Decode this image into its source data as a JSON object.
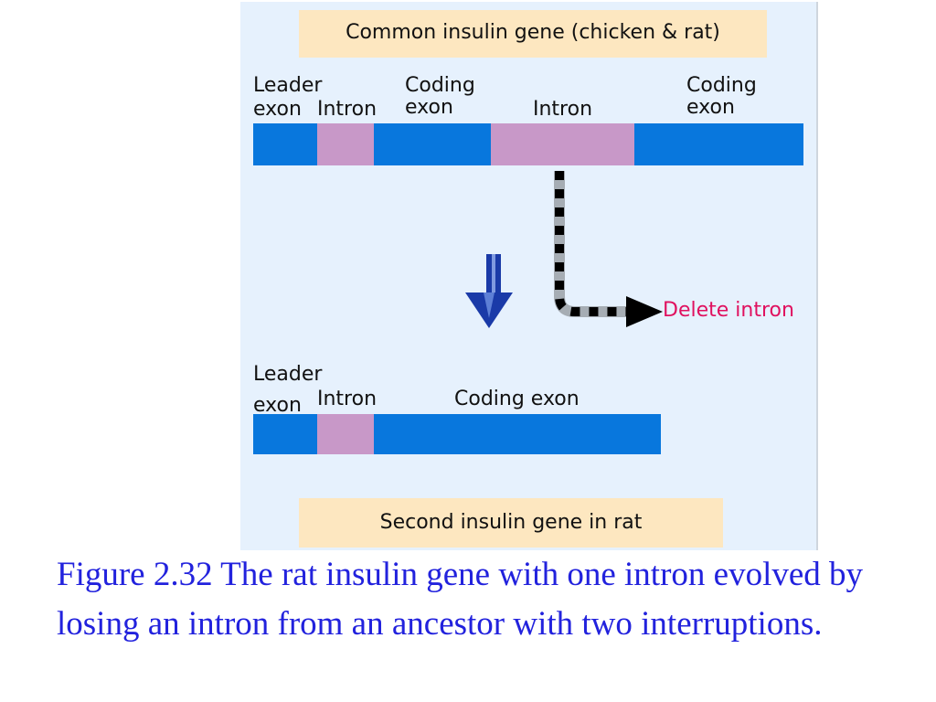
{
  "diagram": {
    "top_title": "Common insulin gene (chicken & rat)",
    "bottom_title": "Second insulin gene in rat",
    "top_labels": {
      "leader_line1": "Leader",
      "leader_line2": "exon",
      "intron1": "Intron",
      "coding1_line1": "Coding",
      "coding1_line2": "exon",
      "intron2": "Intron",
      "coding2_line1": "Coding",
      "coding2_line2": "exon"
    },
    "bottom_labels": {
      "leader_line1": "Leader",
      "leader_line2": "exon",
      "intron": "Intron",
      "coding": "Coding exon"
    },
    "delete_label": "Delete intron",
    "colors": {
      "exon": "#0877dd",
      "intron": "#c898c8",
      "panel": "#e6f1fd",
      "title_box": "#fde7c0",
      "delete_text": "#e0115f",
      "caption_text": "#2222dd"
    }
  },
  "caption": "Figure 2.32 The rat insulin gene with one intron evolved by losing an intron from an ancestor with two interruptions."
}
